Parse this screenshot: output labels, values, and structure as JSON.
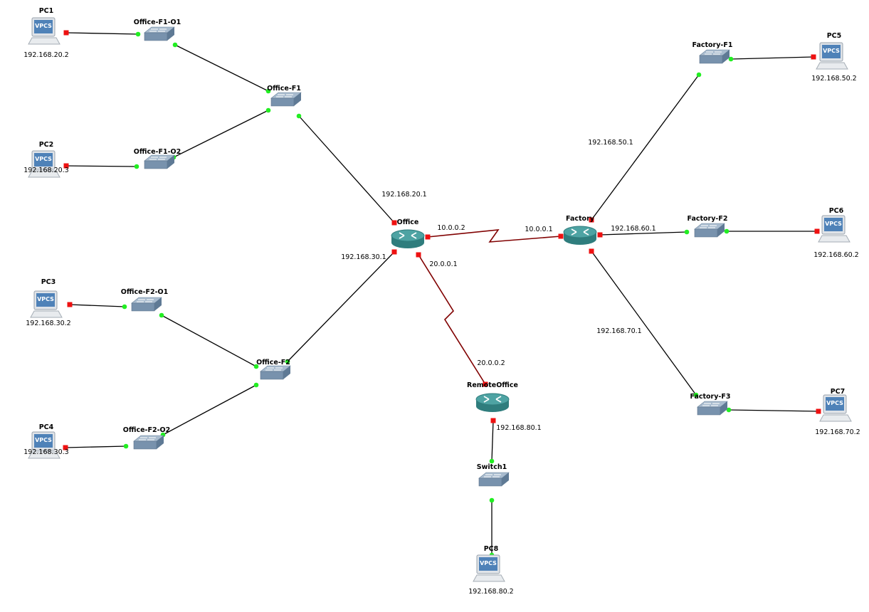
{
  "canvas": {
    "background": "#ffffff"
  },
  "colors": {
    "ethernet": "#000000",
    "serial": "#800000",
    "port_up": "#22ee22",
    "port_router": "#ee1111",
    "router": "#3a8a8a",
    "switch": "#7d98b3"
  },
  "vpcs_icon_text": "VPCS",
  "nodes": [
    {
      "id": "pc1",
      "type": "vpcs",
      "name": "PC1",
      "ip": "192.168.20.2"
    },
    {
      "id": "pc2",
      "type": "vpcs",
      "name": "PC2",
      "ip": "192.168.20.3"
    },
    {
      "id": "pc3",
      "type": "vpcs",
      "name": "PC3",
      "ip": "192.168.30.2"
    },
    {
      "id": "pc4",
      "type": "vpcs",
      "name": "PC4",
      "ip": "192.168.30.3"
    },
    {
      "id": "pc5",
      "type": "vpcs",
      "name": "PC5",
      "ip": "192.168.50.2"
    },
    {
      "id": "pc6",
      "type": "vpcs",
      "name": "PC6",
      "ip": "192.168.60.2"
    },
    {
      "id": "pc7",
      "type": "vpcs",
      "name": "PC7",
      "ip": "192.168.70.2"
    },
    {
      "id": "pc8",
      "type": "vpcs",
      "name": "PC8",
      "ip": "192.168.80.2"
    },
    {
      "id": "of1o1",
      "type": "switch",
      "name": "Office-F1-O1"
    },
    {
      "id": "of1o2",
      "type": "switch",
      "name": "Office-F1-O2"
    },
    {
      "id": "of1",
      "type": "switch",
      "name": "Office-F1"
    },
    {
      "id": "of2o1",
      "type": "switch",
      "name": "Office-F2-O1"
    },
    {
      "id": "of2o2",
      "type": "switch",
      "name": "Office-F2-O2"
    },
    {
      "id": "of2",
      "type": "switch",
      "name": "Office-F2"
    },
    {
      "id": "ff1",
      "type": "switch",
      "name": "Factory-F1"
    },
    {
      "id": "ff2",
      "type": "switch",
      "name": "Factory-F2"
    },
    {
      "id": "ff3",
      "type": "switch",
      "name": "Factory-F3"
    },
    {
      "id": "sw1",
      "type": "switch",
      "name": "Switch1"
    },
    {
      "id": "office",
      "type": "router",
      "name": "Office"
    },
    {
      "id": "factory",
      "type": "router",
      "name": "Factory"
    },
    {
      "id": "remote",
      "type": "router",
      "name": "RemoteOffice"
    }
  ],
  "links": [
    {
      "a": "pc1",
      "b": "of1o1",
      "kind": "ethernet"
    },
    {
      "a": "of1o1",
      "b": "of1",
      "kind": "ethernet"
    },
    {
      "a": "pc2",
      "b": "of1o2",
      "kind": "ethernet"
    },
    {
      "a": "of1o2",
      "b": "of1",
      "kind": "ethernet"
    },
    {
      "a": "of1",
      "b": "office",
      "kind": "ethernet",
      "label": "192.168.20.1"
    },
    {
      "a": "office",
      "b": "of2",
      "kind": "ethernet",
      "label": "192.168.30.1"
    },
    {
      "a": "pc3",
      "b": "of2o1",
      "kind": "ethernet"
    },
    {
      "a": "of2o1",
      "b": "of2",
      "kind": "ethernet"
    },
    {
      "a": "pc4",
      "b": "of2o2",
      "kind": "ethernet"
    },
    {
      "a": "of2o2",
      "b": "of2",
      "kind": "ethernet"
    },
    {
      "a": "office",
      "b": "factory",
      "kind": "serial",
      "label_a": "10.0.0.2",
      "label_b": "10.0.0.1"
    },
    {
      "a": "office",
      "b": "remote",
      "kind": "serial",
      "label_a": "20.0.0.1",
      "label_b": "20.0.0.2"
    },
    {
      "a": "remote",
      "b": "sw1",
      "kind": "ethernet",
      "label": "192.168.80.1"
    },
    {
      "a": "sw1",
      "b": "pc8",
      "kind": "ethernet"
    },
    {
      "a": "factory",
      "b": "ff1",
      "kind": "ethernet",
      "label": "192.168.50.1"
    },
    {
      "a": "factory",
      "b": "ff2",
      "kind": "ethernet",
      "label": "192.168.60.1"
    },
    {
      "a": "factory",
      "b": "ff3",
      "kind": "ethernet",
      "label": "192.168.70.1"
    },
    {
      "a": "ff1",
      "b": "pc5",
      "kind": "ethernet"
    },
    {
      "a": "ff2",
      "b": "pc6",
      "kind": "ethernet"
    },
    {
      "a": "ff3",
      "b": "pc7",
      "kind": "ethernet"
    }
  ]
}
